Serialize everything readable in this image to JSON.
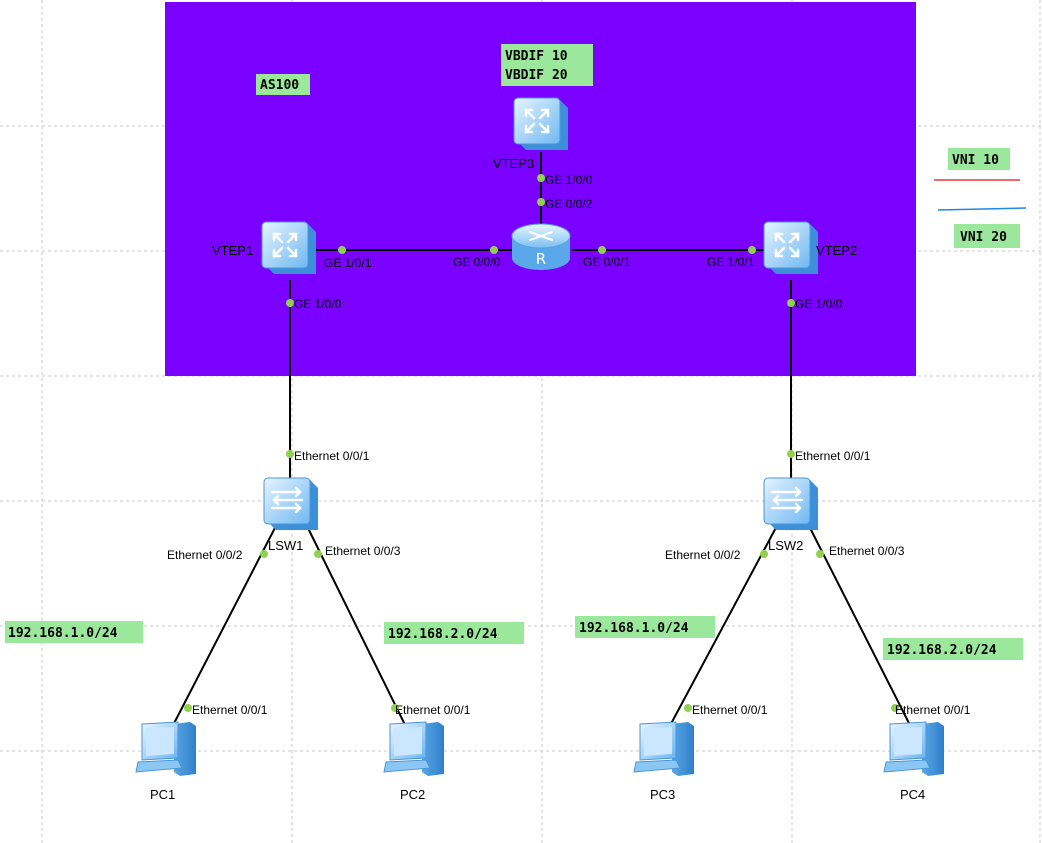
{
  "colors": {
    "as_area": "#7a00ff",
    "note_bg": "#9be79b",
    "port_dot": "#92d050",
    "vni10_line": "#e53935",
    "vni20_line": "#1e88e5",
    "device_light": "#cde8ff",
    "device_dark": "#4aa3f0",
    "grid": "#c8c8c8"
  },
  "notes": {
    "as": "AS100",
    "vbdif10": "VBDIF 10",
    "vbdif20": "VBDIF 20",
    "vni10": "VNI 10",
    "vni20": "VNI 20",
    "subnet_pc1": "192.168.1.0/24",
    "subnet_pc2": "192.168.2.0/24",
    "subnet_pc3": "192.168.1.0/24",
    "subnet_pc4": "192.168.2.0/24"
  },
  "devices": {
    "vtep3": {
      "label": "VTEP3",
      "icon": "l3-switch-icon"
    },
    "vtep1": {
      "label": "VTEP1",
      "icon": "l3-switch-icon"
    },
    "vtep2": {
      "label": "VTEP2",
      "icon": "l3-switch-icon"
    },
    "router": {
      "label": "R",
      "icon": "router-icon"
    },
    "lsw1": {
      "label": "LSW1",
      "icon": "switch-icon"
    },
    "lsw2": {
      "label": "LSW2",
      "icon": "switch-icon"
    },
    "pc1": {
      "label": "PC1",
      "icon": "pc-icon"
    },
    "pc2": {
      "label": "PC2",
      "icon": "pc-icon"
    },
    "pc3": {
      "label": "PC3",
      "icon": "pc-icon"
    },
    "pc4": {
      "label": "PC4",
      "icon": "pc-icon"
    }
  },
  "ports": {
    "vtep3_ge100": "GE 1/0/0",
    "r_ge002": "GE 0/0/2",
    "vtep1_ge101": "GE 1/0/1",
    "r_ge000": "GE 0/0/0",
    "r_ge001": "GE 0/0/1",
    "vtep2_ge101": "GE 1/0/1",
    "vtep1_ge100": "GE 1/0/0",
    "vtep2_ge100": "GE 1/0/0",
    "lsw1_e001": "Ethernet 0/0/1",
    "lsw2_e001": "Ethernet 0/0/1",
    "lsw1_e002": "Ethernet 0/0/2",
    "lsw1_e003": "Ethernet 0/0/3",
    "lsw2_e002": "Ethernet 0/0/2",
    "lsw2_e003": "Ethernet 0/0/3",
    "pc1_e001": "Ethernet 0/0/1",
    "pc2_e001": "Ethernet 0/0/1",
    "pc3_e001": "Ethernet 0/0/1",
    "pc4_e001": "Ethernet 0/0/1"
  }
}
